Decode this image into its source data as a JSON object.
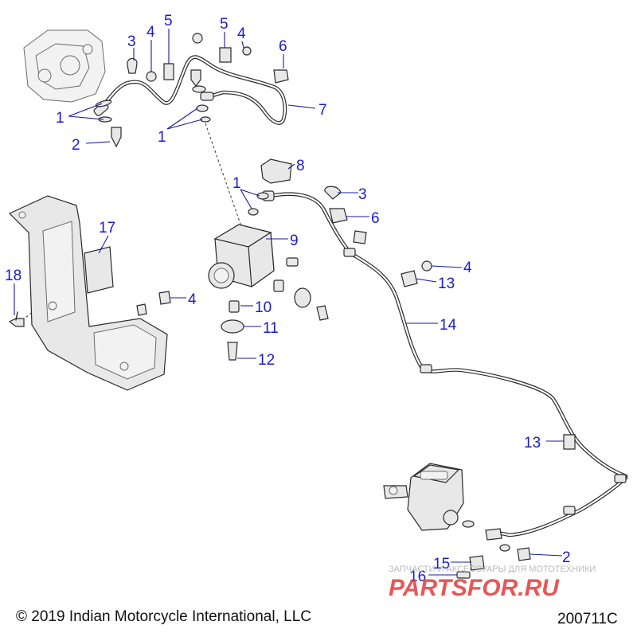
{
  "callouts": [
    {
      "id": "c1a",
      "label": "1"
    },
    {
      "id": "c1b",
      "label": "1"
    },
    {
      "id": "c1c",
      "label": "1"
    },
    {
      "id": "c2a",
      "label": "2"
    },
    {
      "id": "c2b",
      "label": "2"
    },
    {
      "id": "c3a",
      "label": "3"
    },
    {
      "id": "c3b",
      "label": "3"
    },
    {
      "id": "c4a",
      "label": "4"
    },
    {
      "id": "c4b",
      "label": "4"
    },
    {
      "id": "c4c",
      "label": "4"
    },
    {
      "id": "c4d",
      "label": "4"
    },
    {
      "id": "c5a",
      "label": "5"
    },
    {
      "id": "c5b",
      "label": "5"
    },
    {
      "id": "c6a",
      "label": "6"
    },
    {
      "id": "c6b",
      "label": "6"
    },
    {
      "id": "c7",
      "label": "7"
    },
    {
      "id": "c8",
      "label": "8"
    },
    {
      "id": "c9",
      "label": "9"
    },
    {
      "id": "c10",
      "label": "10"
    },
    {
      "id": "c11",
      "label": "11"
    },
    {
      "id": "c12",
      "label": "12"
    },
    {
      "id": "c13a",
      "label": "13"
    },
    {
      "id": "c13b",
      "label": "13"
    },
    {
      "id": "c14",
      "label": "14"
    },
    {
      "id": "c15",
      "label": "15"
    },
    {
      "id": "c16",
      "label": "16"
    },
    {
      "id": "c17",
      "label": "17"
    },
    {
      "id": "c18",
      "label": "18"
    }
  ],
  "footer": {
    "copyright": "© 2019 Indian Motorcycle International, LLC",
    "figure_id": "200711C"
  },
  "watermark": {
    "tagline": "ЗАПЧАСТИ И АКСЕССУАРЫ ДЛЯ МОТОТЕХНИКИ",
    "brand": "PARTSFOR.RU"
  },
  "colors": {
    "callout": "#1a1ad0",
    "watermark_red": "#e23a3a"
  }
}
